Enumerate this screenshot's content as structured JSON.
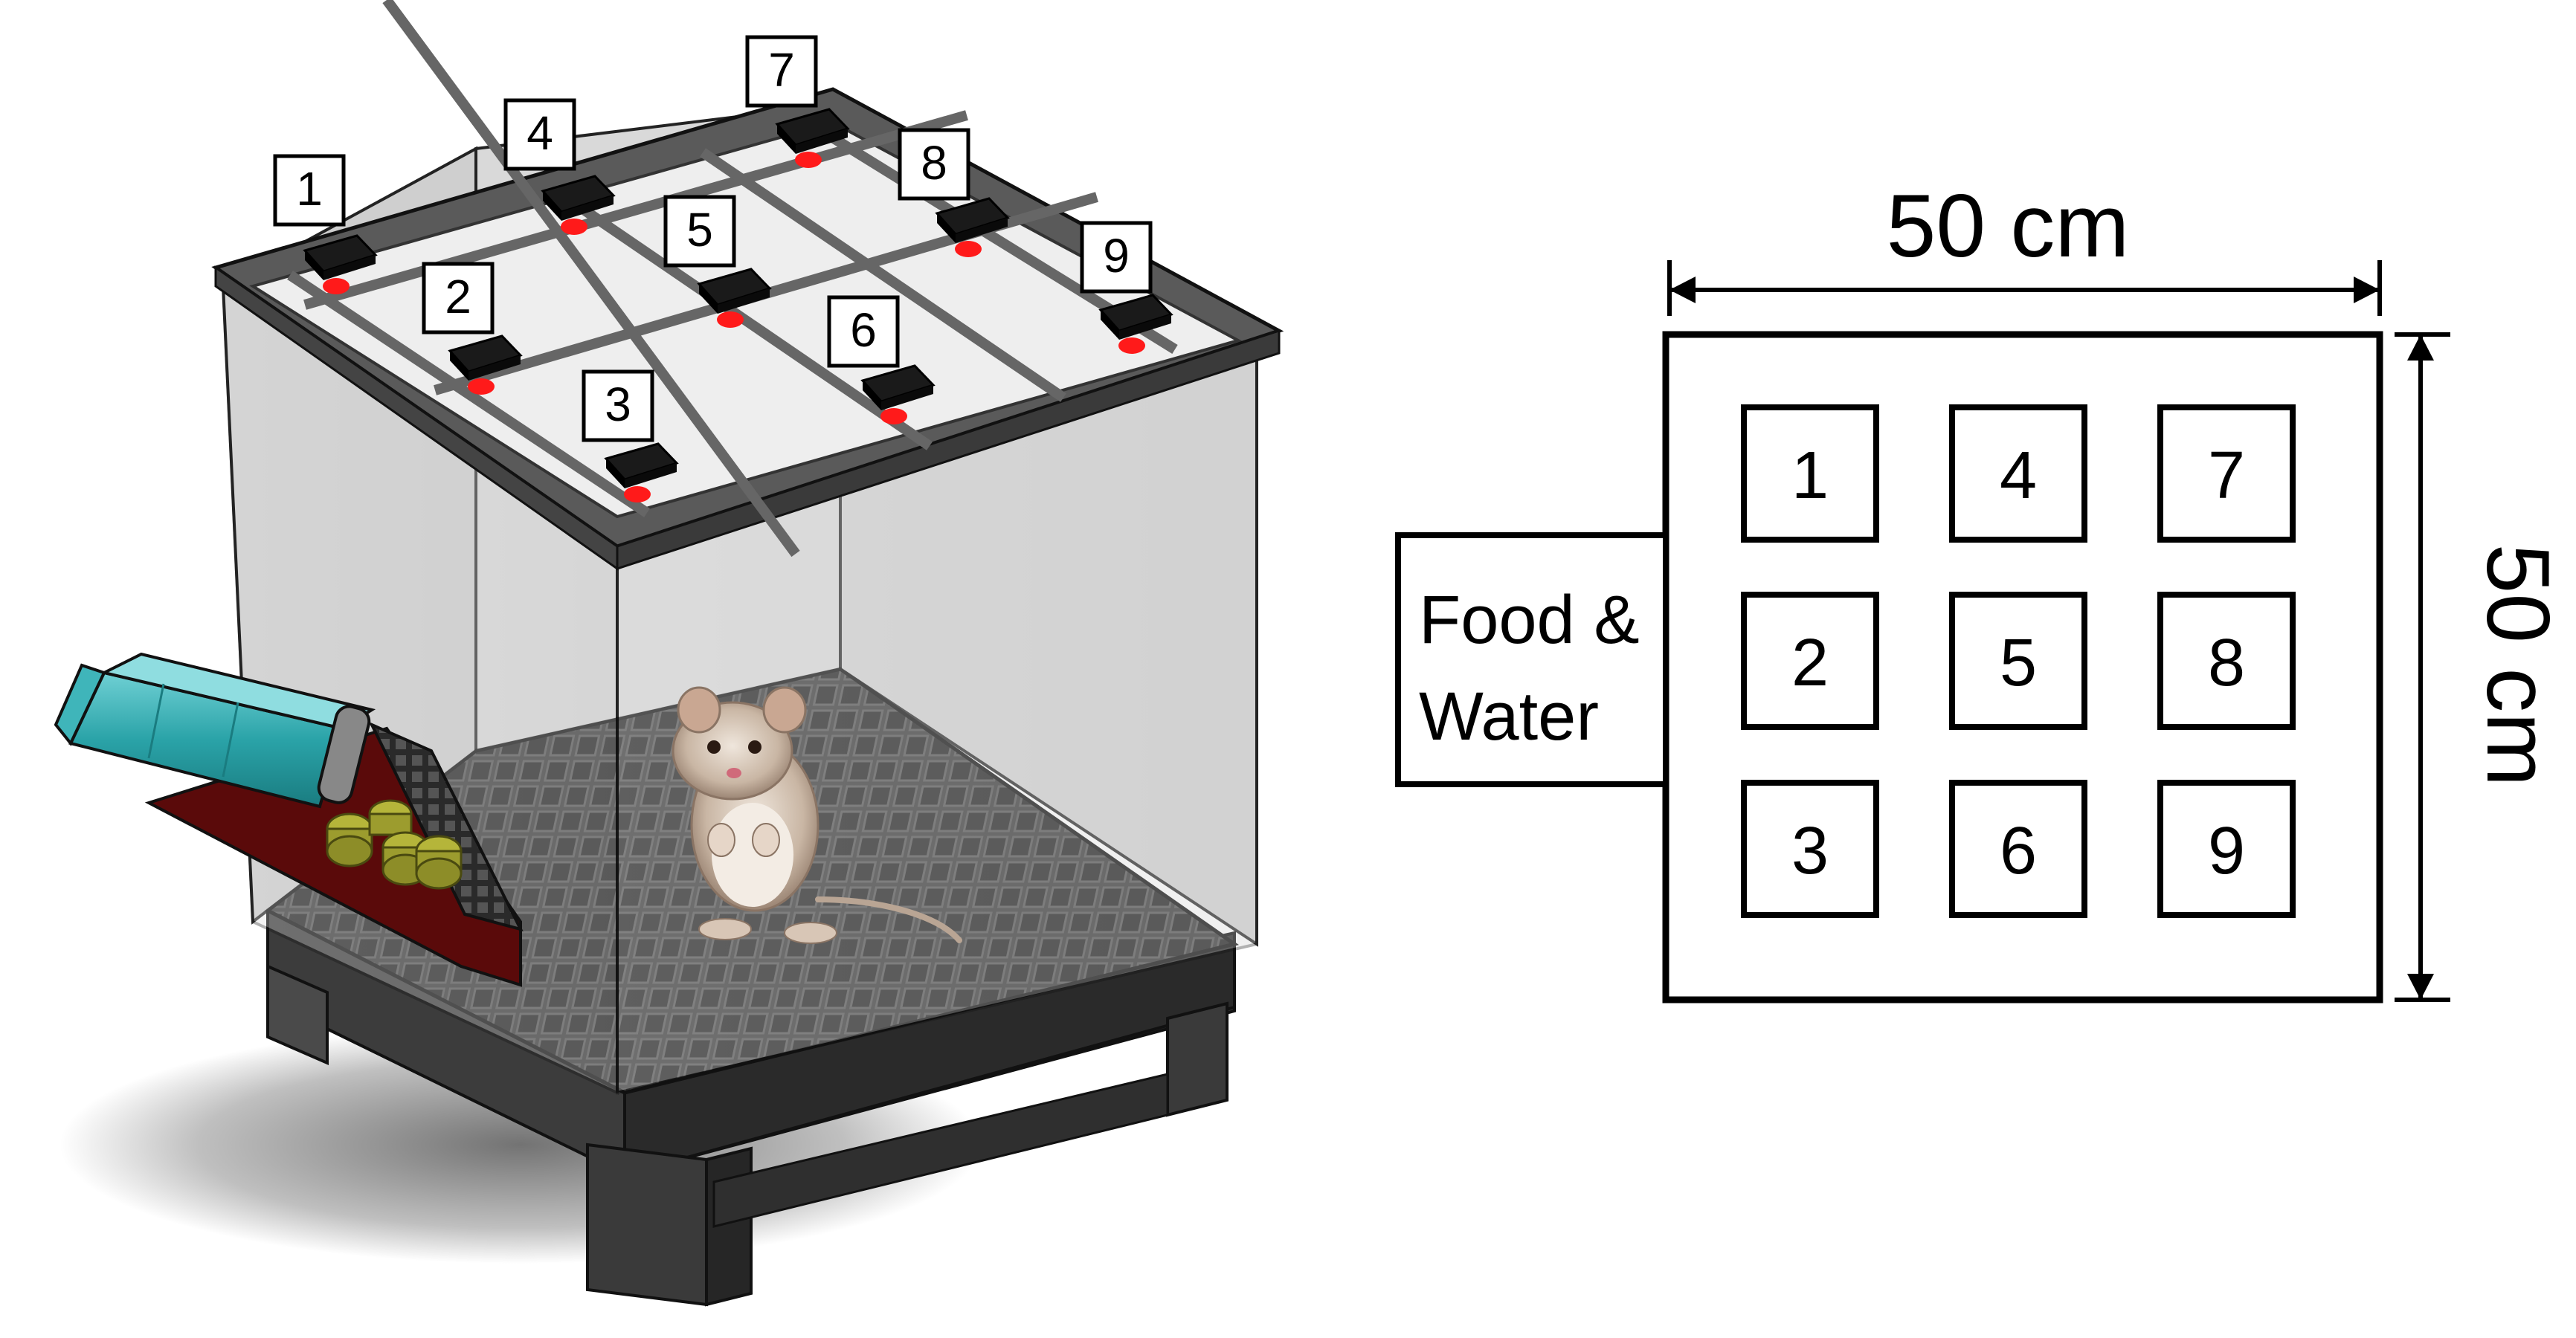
{
  "cage": {
    "sensor_labels": [
      "1",
      "2",
      "3",
      "4",
      "5",
      "6",
      "7",
      "8",
      "9"
    ]
  },
  "schematic": {
    "width_label": "50 cm",
    "height_label": "50 cm",
    "food_water_line1": "Food &",
    "food_water_line2": "Water",
    "cells": [
      "1",
      "4",
      "7",
      "2",
      "5",
      "8",
      "3",
      "6",
      "9"
    ]
  },
  "colors": {
    "frame": "#555555",
    "sensor": "#1a1a1a",
    "led": "#ff1a1a",
    "bottle": "#2aa3a8",
    "ramp": "#5a0a0a",
    "floor": "#2b2b2b",
    "pellet": "#b5b53a"
  }
}
